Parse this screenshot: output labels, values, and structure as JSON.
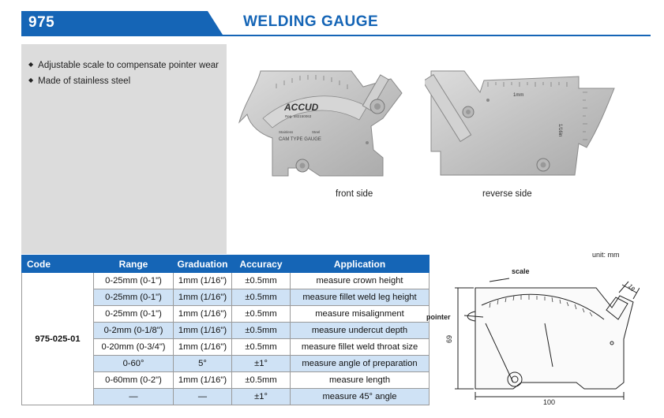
{
  "header": {
    "code": "975",
    "title": "WELDING GAUGE"
  },
  "features": [
    "Adjustable scale to compensate pointer wear",
    "Made of stainless steel"
  ],
  "photos": {
    "front_caption": "front side",
    "reverse_caption": "reverse side",
    "brand": "ACCUD",
    "reg_no": "Reg. 582150063",
    "stainless": "Stainless",
    "steel": "Steel",
    "cam_type": "CAM TYPE GAUGE",
    "mm_label": "1mm",
    "inch_label": "1/16in"
  },
  "table": {
    "headers": [
      "Code",
      "Range",
      "Graduation",
      "Accuracy",
      "Application"
    ],
    "code": "975-025-01",
    "rows": [
      {
        "range": "0-25mm (0-1\")",
        "graduation": "1mm (1/16\")",
        "accuracy": "±0.5mm",
        "application": "measure crown height"
      },
      {
        "range": "0-25mm (0-1\")",
        "graduation": "1mm (1/16\")",
        "accuracy": "±0.5mm",
        "application": "measure fillet weld leg height"
      },
      {
        "range": "0-25mm (0-1\")",
        "graduation": "1mm (1/16\")",
        "accuracy": "±0.5mm",
        "application": "measure misalignment"
      },
      {
        "range": "0-2mm (0-1/8\")",
        "graduation": "1mm (1/16\")",
        "accuracy": "±0.5mm",
        "application": "measure undercut depth"
      },
      {
        "range": "0-20mm (0-3/4\")",
        "graduation": "1mm (1/16\")",
        "accuracy": "±0.5mm",
        "application": "measure fillet weld throat size"
      },
      {
        "range": "0-60°",
        "graduation": "5°",
        "accuracy": "±1°",
        "application": "measure angle of preparation"
      },
      {
        "range": "0-60mm (0-2\")",
        "graduation": "1mm (1/16\")",
        "accuracy": "±0.5mm",
        "application": "measure length"
      },
      {
        "range": "—",
        "graduation": "—",
        "accuracy": "±1°",
        "application": "measure 45° angle"
      }
    ]
  },
  "diagram": {
    "unit": "unit: mm",
    "scale_label": "scale",
    "pointer_label": "pointer",
    "width_dim": "100",
    "height_dim": "69",
    "slot_dim": "18"
  },
  "colors": {
    "brand_blue": "#1565b6",
    "row_alt": "#cfe2f5",
    "panel_gray": "#dcdcdc"
  }
}
